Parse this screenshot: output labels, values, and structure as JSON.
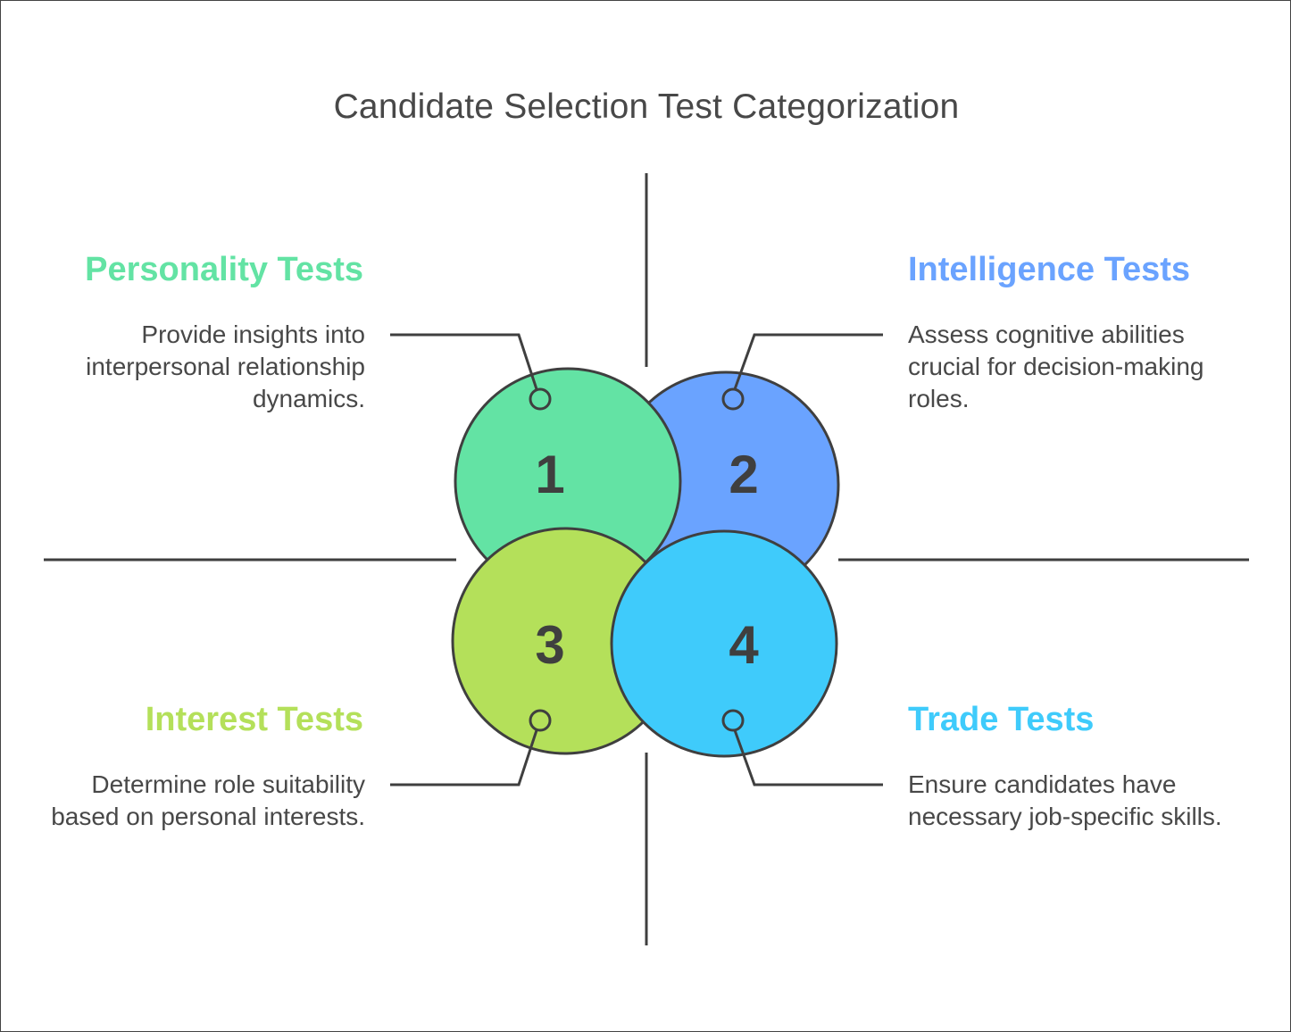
{
  "title": "Candidate Selection Test Categorization",
  "colors": {
    "green": "#63e3a4",
    "blue": "#6aa3ff",
    "lime": "#b4e05a",
    "cyan": "#3fcbfb",
    "outline": "#3f3f3f",
    "text": "#484848"
  },
  "items": [
    {
      "number": "1",
      "heading": "Personality Tests",
      "description": "Provide insights into interpersonal relationship dynamics.",
      "color": "#63e3a4"
    },
    {
      "number": "2",
      "heading": "Intelligence Tests",
      "description": "Assess cognitive abilities crucial for decision-making roles.",
      "color": "#6aa3ff"
    },
    {
      "number": "3",
      "heading": "Interest Tests",
      "description": "Determine role suitability based on personal interests.",
      "color": "#b4e05a"
    },
    {
      "number": "4",
      "heading": "Trade Tests",
      "description": "Ensure candidates have necessary job-specific skills.",
      "color": "#3fcbfb"
    }
  ]
}
